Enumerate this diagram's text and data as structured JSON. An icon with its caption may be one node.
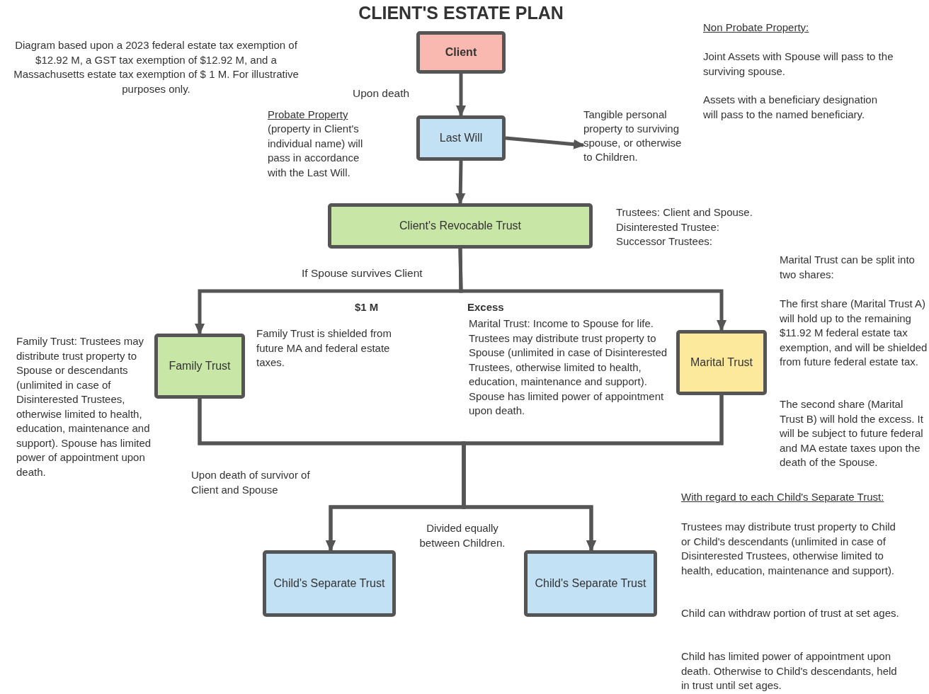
{
  "diagram": {
    "title": "CLIENT'S ESTATE PLAN",
    "nodes": [
      {
        "text": [
          "Client"
        ]
      },
      {
        "text": [
          "Last Will"
        ]
      },
      {
        "text": [
          "Client's Revocable Trust"
        ]
      },
      {
        "text": [
          "Family Trust"
        ]
      },
      {
        "text": [
          "Marital Trust"
        ]
      },
      {
        "text": [
          "Child's Separate Trust"
        ]
      },
      {
        "text": [
          "Child's Separate Trust"
        ]
      },
      {
        "text": [
          "Tangible personal property to surviving spouse, or otherwise to Children."
        ]
      }
    ],
    "edges": [
      {
        "from": 0,
        "to": 1,
        "arrow": "to",
        "label": "Upon death"
      },
      {
        "from": 1,
        "to": 7,
        "arrow": "to"
      },
      {
        "from": 1,
        "to": 2,
        "arrow": "to"
      },
      {
        "from": 2,
        "to": 3,
        "arrow": "to",
        "label": "If Spouse survives Client"
      },
      {
        "from": 2,
        "to": 4,
        "arrow": "to"
      },
      {
        "from": 3,
        "to": 5,
        "arrow": "to"
      },
      {
        "from": 3,
        "to": 6,
        "arrow": "to"
      },
      {
        "from": 4,
        "to": 5,
        "arrow": "to"
      },
      {
        "from": 4,
        "to": 6,
        "arrow": "to"
      }
    ],
    "labels": [
      "Diagram based upon a 2023  federal estate tax exemption of $12.92 M, a GST tax exemption of $12.92 M, and a Massachusetts estate tax exemption of $ 1 M. For illustrative purposes only.",
      "Non Probate Property:",
      "Joint Assets with Spouse will pass to the surviving spouse.",
      "Assets with a beneficiary designation will pass to the named beneficiary.",
      "Probate Property",
      "(property in Client's individual name) will pass in accordance with the Last Will.",
      "Trustees: Client and Spouse.",
      "Disinterested Trustee:",
      "Successor Trustees:",
      "Marital Trust can be split into two shares:",
      "The first share (Marital Trust A) will hold up to the remaining $11.92 M federal estate tax exemption, and will be shielded from future federal estate tax.",
      "The second share (Marital Trust B) will hold the excess.  It will be subject to future federal and MA estate taxes upon the death of the Spouse.",
      "$1 M",
      "Excess",
      "Family Trust is shielded from future MA and federal estate taxes.",
      "Family Trust:   Trustees may distribute trust property to Spouse or descendants (unlimited in case of Disinterested Trustees, otherwise limited to health, education, maintenance and support).  Spouse has limited power of appointment upon death.",
      "Marital Trust: Income to Spouse for life.  Trustees may distribute trust property to Spouse (unlimited in case of Disinterested Trustees, otherwise limited to health, education, maintenance and support).  Spouse has limited power of appointment upon death.",
      "Upon death of survivor of Client and Spouse",
      "Divided equally between Children.",
      "With regard to each Child's Separate Trust:",
      "Trustees may distribute trust property to Child or Child's descendants  (unlimited in case of Disinterested Trustees, otherwise limited to health, education, maintenance and support).",
      "Child can withdraw portion of trust at set ages.",
      "Child has limited power of appointment upon death.  Otherwise to Child's descendants, held in trust until set ages."
    ]
  }
}
